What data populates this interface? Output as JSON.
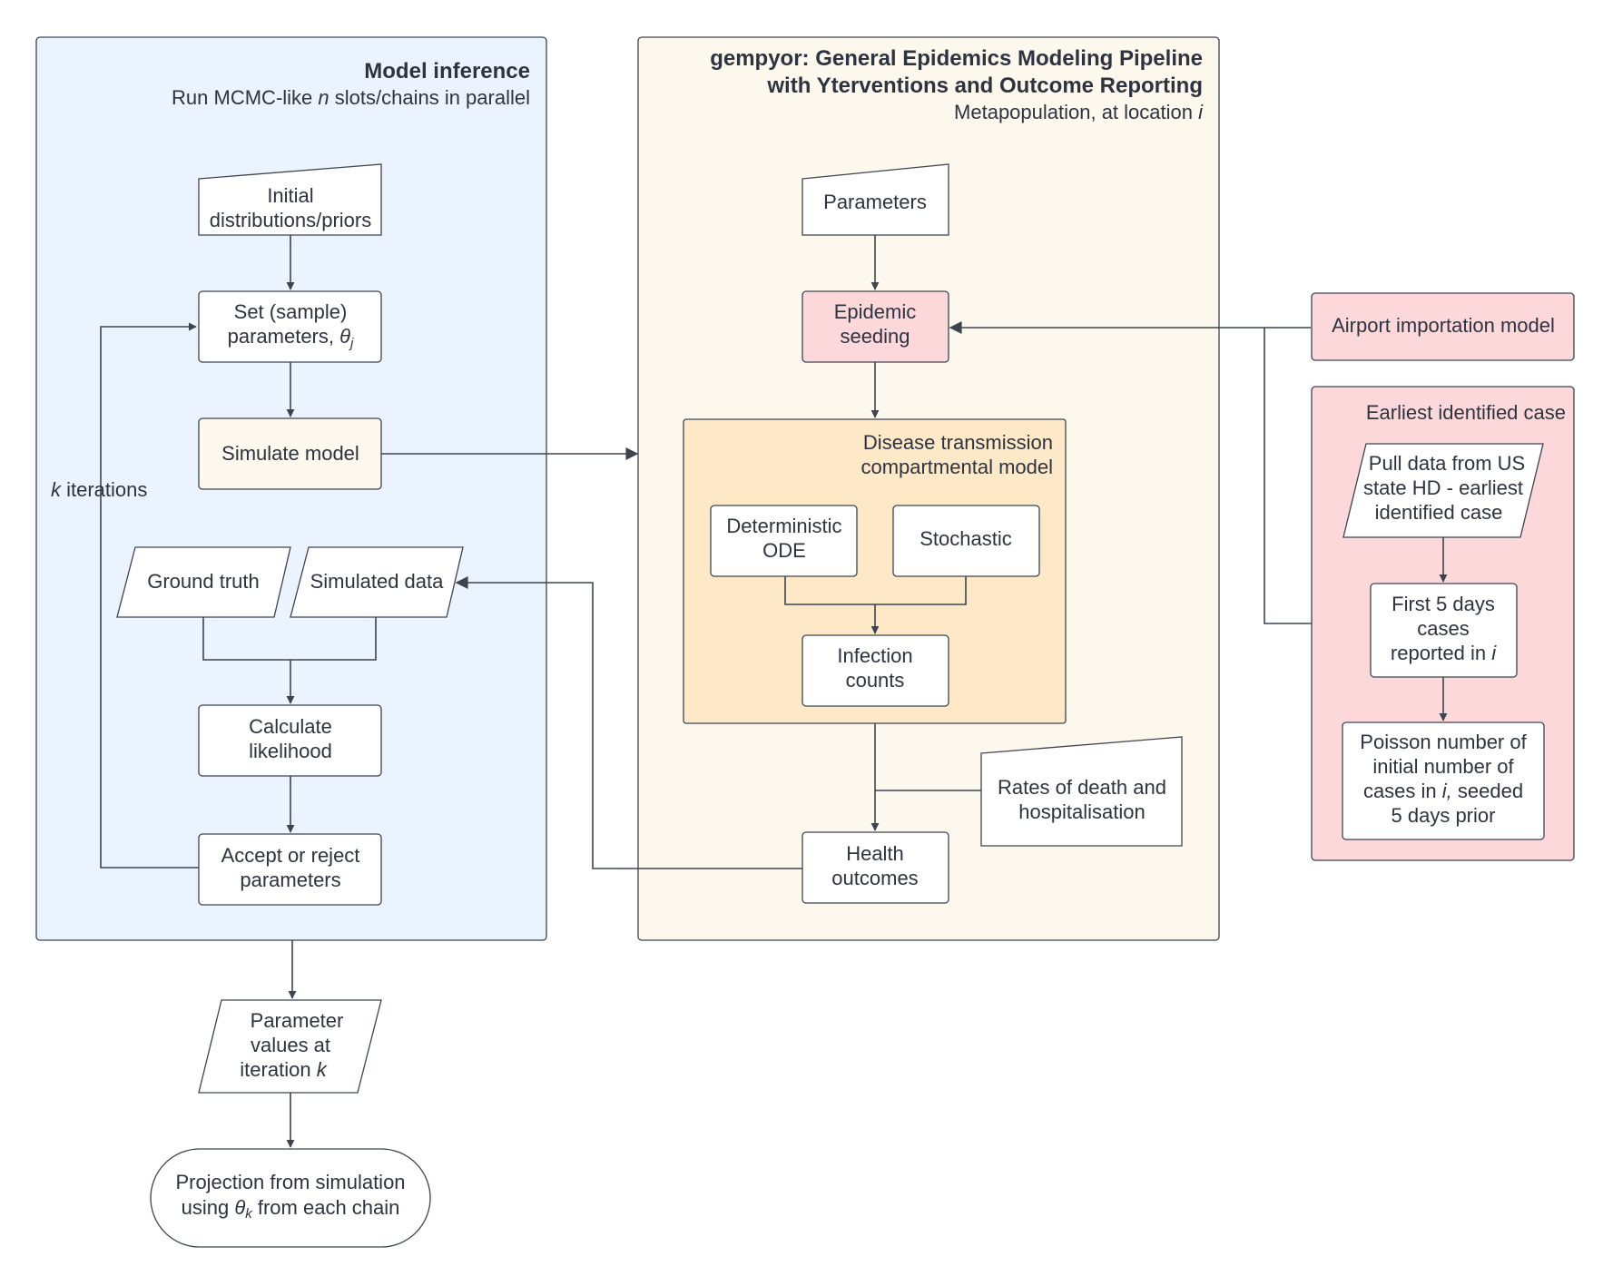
{
  "colors": {
    "inference_panel": "#ebf3fe",
    "gempyor_panel": "#fdf8ee",
    "transmission_panel": "#fde8c7",
    "highlight_pink": "#fdd8db",
    "simulate_fill": "#fdf8ee",
    "stroke": "#3d4450"
  },
  "inference": {
    "title": "Model inference",
    "subtitle_pre": "Run MCMC-like ",
    "subtitle_var": "n",
    "subtitle_post": " slots/chains in parallel",
    "priors_l1": "Initial",
    "priors_l2": "distributions/priors",
    "set_l1": "Set (sample)",
    "set_l2": "parameters, ",
    "set_theta": "θ",
    "set_sub": "j",
    "simulate": "Simulate model",
    "k_var": "k",
    "k_text": " iterations",
    "ground_truth": "Ground truth",
    "simulated_data": "Simulated data",
    "calc_l1": "Calculate",
    "calc_l2": "likelihood",
    "accept_l1": "Accept or reject",
    "accept_l2": "parameters"
  },
  "output": {
    "param_l1": "Parameter",
    "param_l2": "values at",
    "param_l3": "iteration ",
    "param_k": "k",
    "proj_l1": "Projection from simulation",
    "proj_l2a": "using ",
    "proj_theta": "θ",
    "proj_sub": "k",
    "proj_l2b": " from each chain"
  },
  "gempyor": {
    "title_l1": "gempyor: General Epidemics Modeling Pipeline",
    "title_l2": "with Yterventions and Outcome Reporting",
    "subtitle_pre": "Metapopulation, at location ",
    "subtitle_var": "i",
    "parameters": "Parameters",
    "seeding_l1": "Epidemic",
    "seeding_l2": "seeding",
    "transmission_l1": "Disease transmission",
    "transmission_l2": "compartmental model",
    "det_l1": "Deterministic",
    "det_l2": "ODE",
    "stochastic": "Stochastic",
    "infection_l1": "Infection",
    "infection_l2": "counts",
    "rates_l1": "Rates of death and",
    "rates_l2": "hospitalisation",
    "health_l1": "Health",
    "health_l2": "outcomes"
  },
  "importation": {
    "airport": "Airport importation model",
    "earliest_title": "Earliest identified case",
    "pull_l1": "Pull data from US",
    "pull_l2": "state HD - earliest",
    "pull_l3": "identified case",
    "first_l1": "First 5 days",
    "first_l2": "cases",
    "first_l3": "reported in ",
    "first_var": "i",
    "poisson_l1": "Poisson number of",
    "poisson_l2": "initial number of",
    "poisson_l3a": "cases in ",
    "poisson_l3var": "i,",
    "poisson_l3b": " seeded",
    "poisson_l4": "5 days prior"
  }
}
